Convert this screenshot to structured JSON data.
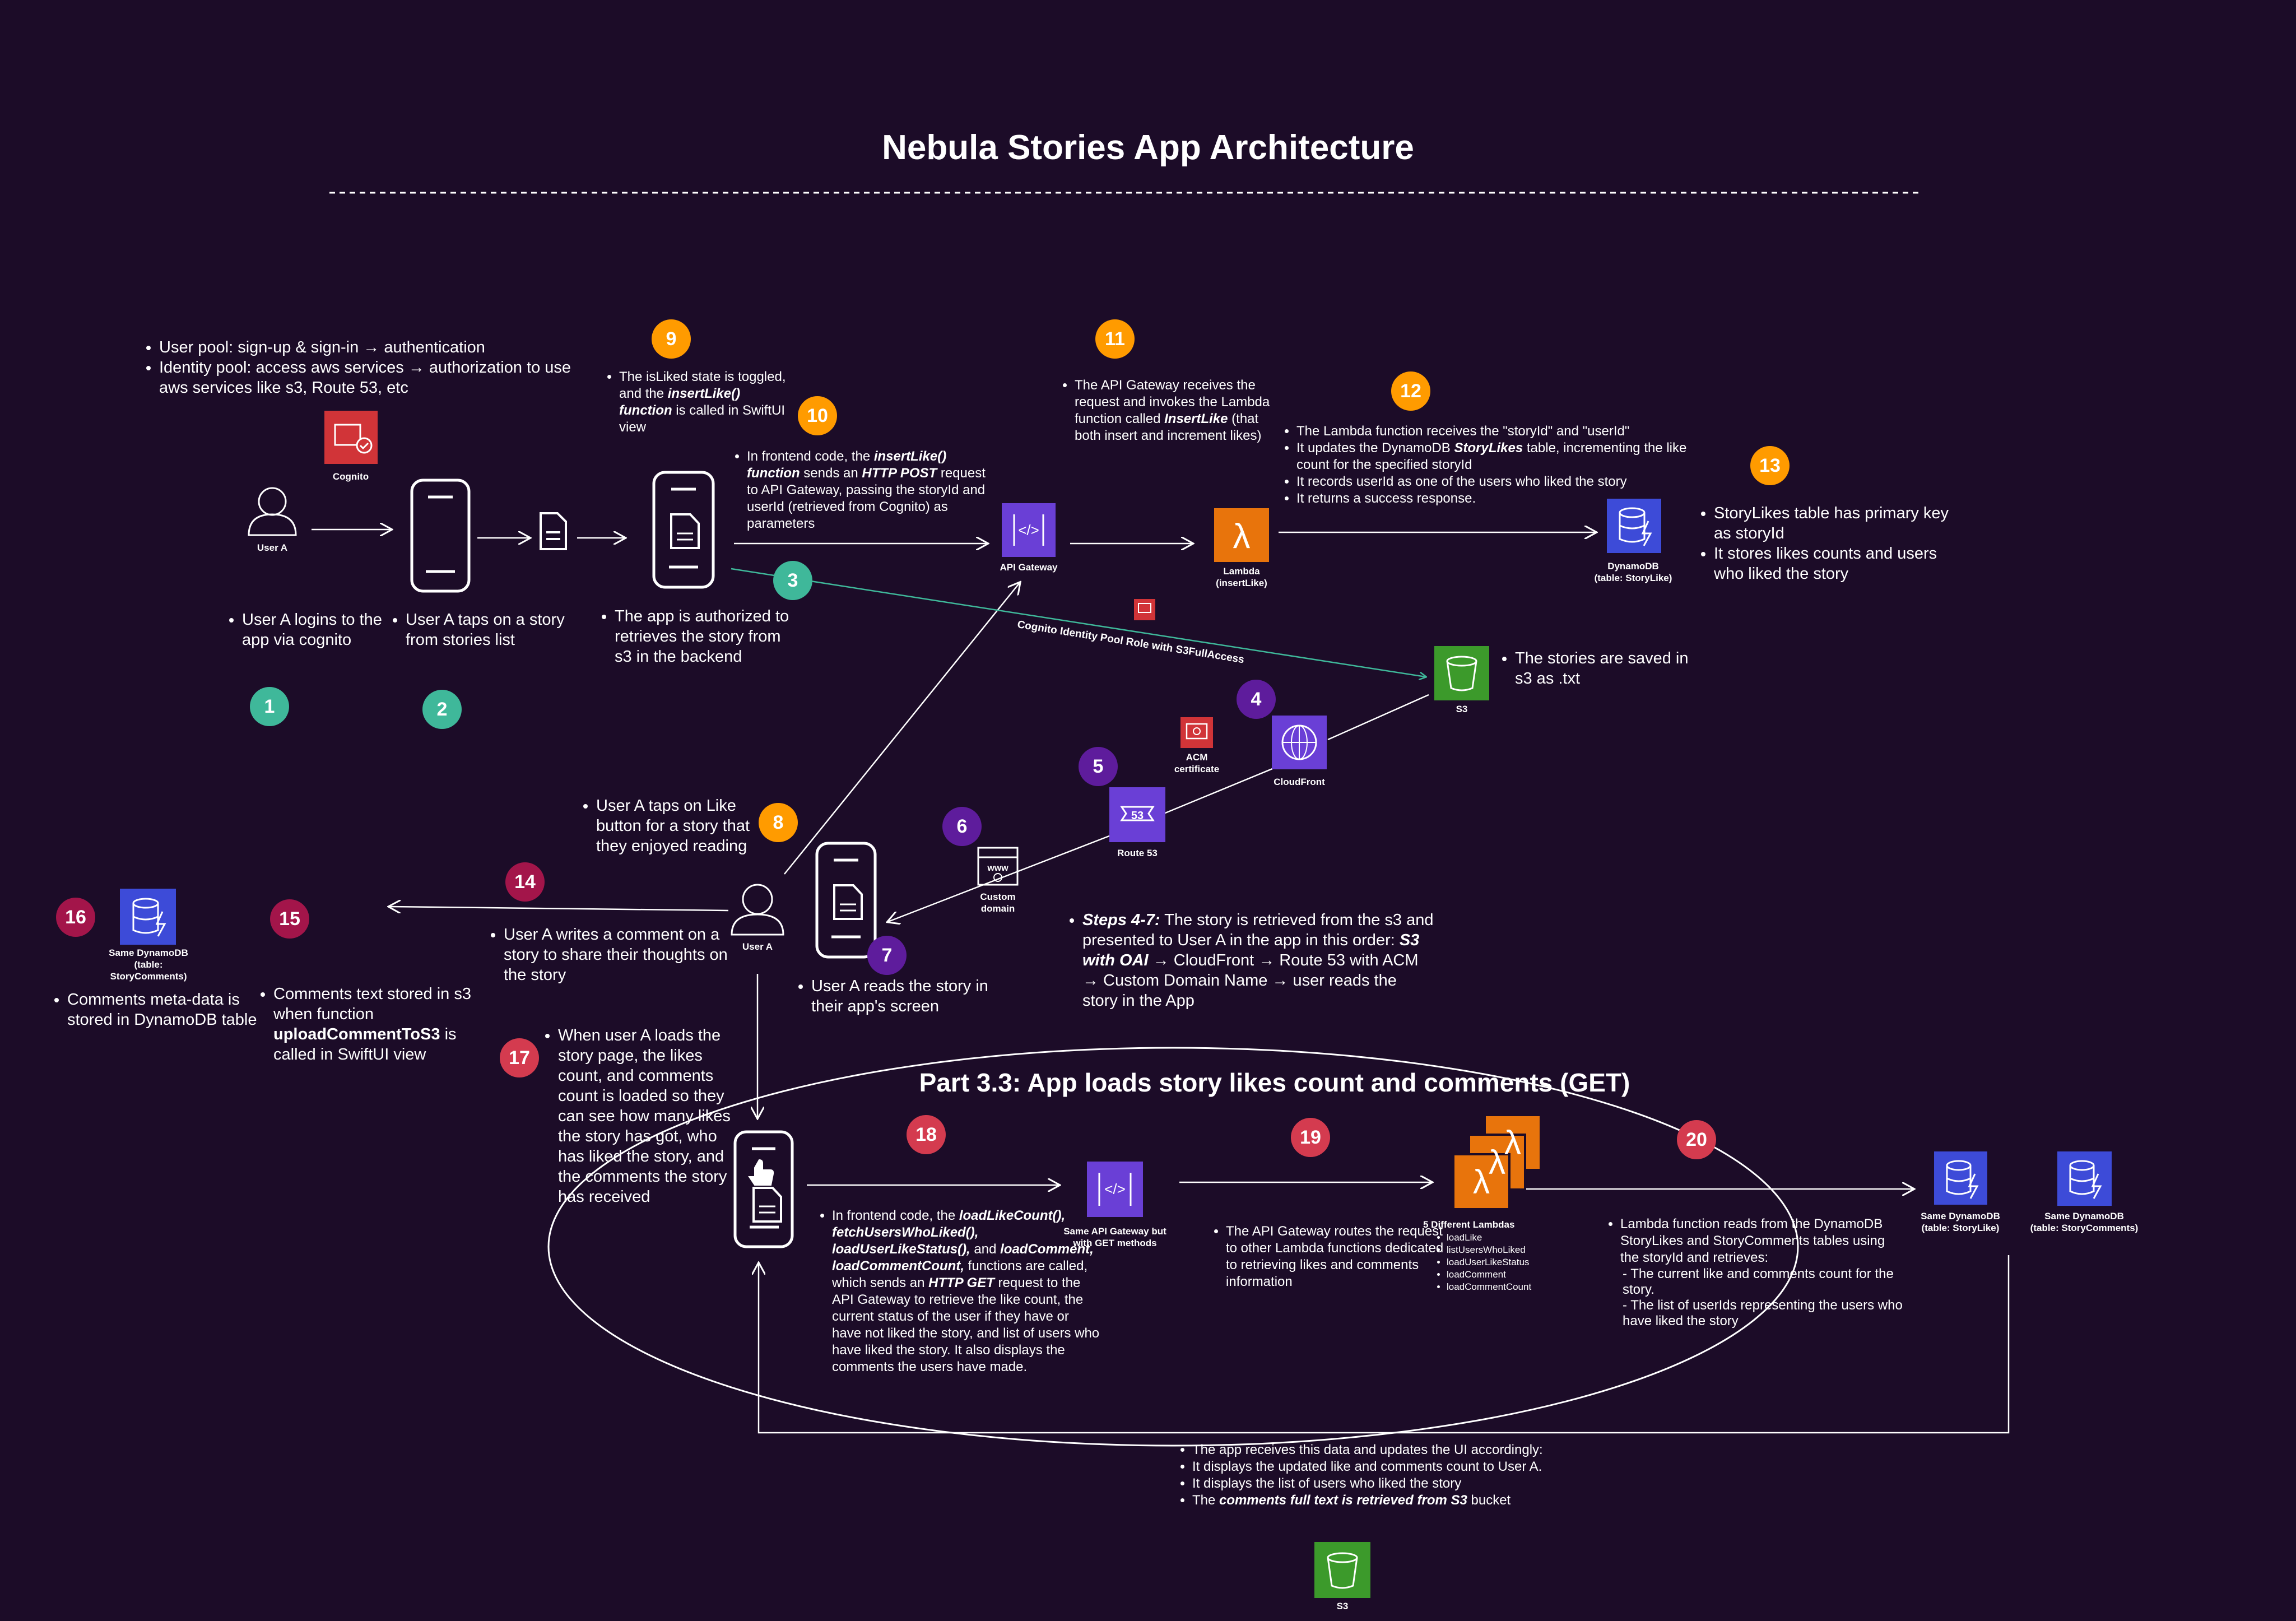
{
  "title": "Nebula Stories App Architecture",
  "part_title": "Part 3.3: App loads story likes count and comments (GET)",
  "badge_colors": {
    "teal": "#3fb89a",
    "orange": "#ff9b00",
    "purple": "#5e1c9c",
    "red": "#d43b4f",
    "crimson": "#a3154a"
  },
  "badges": [
    "1",
    "2",
    "3",
    "4",
    "5",
    "6",
    "7",
    "8",
    "9",
    "10",
    "11",
    "12",
    "13",
    "14",
    "15",
    "16",
    "17",
    "18",
    "19",
    "20"
  ],
  "labels": {
    "user_a": "User A",
    "cognito": "Cognito",
    "api_gateway": "API Gateway",
    "lambda": "Lambda\n(insertLike)",
    "dynamo_storylike": "DynamoDB\n(table: StoryLike)",
    "s3": "S3",
    "acm": "ACM\ncertificate",
    "cloudfront": "CloudFront",
    "route53": "Route 53",
    "custom_domain": "Custom\ndomain",
    "cognito_role": "Cognito Identity Pool Role with S3FullAccess",
    "same_dynamo_comments_left": "Same DynamoDB\n(table: StoryComments)",
    "same_api_gateway": "Same API Gateway but\nwith GET methods",
    "five_lambdas": "5 Different Lambdas",
    "same_dynamo_storylike": "Same DynamoDB\n(table: StoryLike)",
    "same_dynamo_storycomments": "Same DynamoDB\n(table: StoryComments)",
    "s3_bottom": "S3"
  },
  "lambdas_list": [
    "loadLike",
    "listUsersWhoLiked",
    "loadUserLikeStatus",
    "loadComment",
    "loadCommentCount"
  ],
  "texts": {
    "cognito_1": "User pool: sign-up & sign-in → authentication",
    "cognito_2": "Identity pool: access aws services → authorization to use aws services like s3, Route 53, etc",
    "step1": "User A logins to the app via cognito",
    "step2": "User A taps on a story from stories list",
    "step3": "The app is authorized to retrieves the story from s3 in the backend",
    "step9_a": "The isLiked state is toggled, and the ",
    "step9_b": "insertLike() function",
    "step9_c": " is called in SwiftUI view",
    "step10_a": "In frontend code, the ",
    "step10_b": "insertLike() function",
    "step10_c": " sends an ",
    "step10_d": "HTTP POST",
    "step10_e": " request to API Gateway, passing the storyId and userId (retrieved from Cognito) as parameters",
    "step11_a": "The API Gateway receives the request and invokes the Lambda function called ",
    "step11_b": "InsertLike",
    "step11_c": " (that both insert and increment likes)",
    "step12_1": "The Lambda function receives the \"storyId\" and \"userId\"",
    "step12_2a": "It updates the DynamoDB ",
    "step12_2b": "StoryLikes",
    "step12_2c": " table, incrementing the like count for the specified storyId",
    "step12_3": "It records userId as one of the users who liked the story",
    "step12_4": "It returns a success response.",
    "step13_1": "StoryLikes table has primary key as storyId",
    "step13_2": "It stores likes counts and users who liked the story",
    "s3_saved": "The stories are saved in s3 as .txt",
    "step8": "User A taps on Like button for a story that they enjoyed reading",
    "step7": "User A reads the story in their app's screen",
    "steps47_a": "Steps 4-7:",
    "steps47_b": " The story is retrieved from the s3 and presented to User A in the app in this order: ",
    "steps47_c": "S3 with OAI",
    "steps47_d": " → CloudFront → Route 53 with ACM → Custom Domain Name → user reads the story in the App",
    "step14": "User A writes a comment on a story to share their thoughts on the story",
    "step15_a": "Comments text stored in s3 when function ",
    "step15_b": "uploadCommentToS3",
    "step15_c": " is called in SwiftUI view",
    "step16": "Comments meta-data is stored in DynamoDB table",
    "step17": "When user A loads the story page, the likes count, and comments count is loaded so they can see how many likes the story has got, who has liked the story, and the comments the story has received",
    "step18_a": "In frontend code, the ",
    "step18_b": "loadLikeCount(), fetchUsersWhoLiked(), loadUserLikeStatus(),",
    "step18_c": " and ",
    "step18_d": "loadComment, loadCommentCount,",
    "step18_e": " functions are called, which sends an ",
    "step18_f": "HTTP GET",
    "step18_g": " request to the API Gateway to retrieve the like count, the current status of the user if they have or have not liked the story, and list of users who have liked the story. It also displays the comments the users have made.",
    "step19": "The API Gateway routes the request to other Lambda functions dedicated to retrieving likes and comments information",
    "step20": "Lambda function reads from the DynamoDB StoryLikes and StoryComments tables using the storyId and retrieves:",
    "step20_d1": "The current like and comments count for the story.",
    "step20_d2": "The list of userIds representing the users who have liked the story",
    "bottom_1": "The app receives this data and updates the UI accordingly:",
    "bottom_2": "It displays the updated like and comments count to User A.",
    "bottom_3": "It displays the list of users who liked the story",
    "bottom_4a": "The ",
    "bottom_4b": "comments full text is retrieved from S3",
    "bottom_4c": " bucket"
  }
}
